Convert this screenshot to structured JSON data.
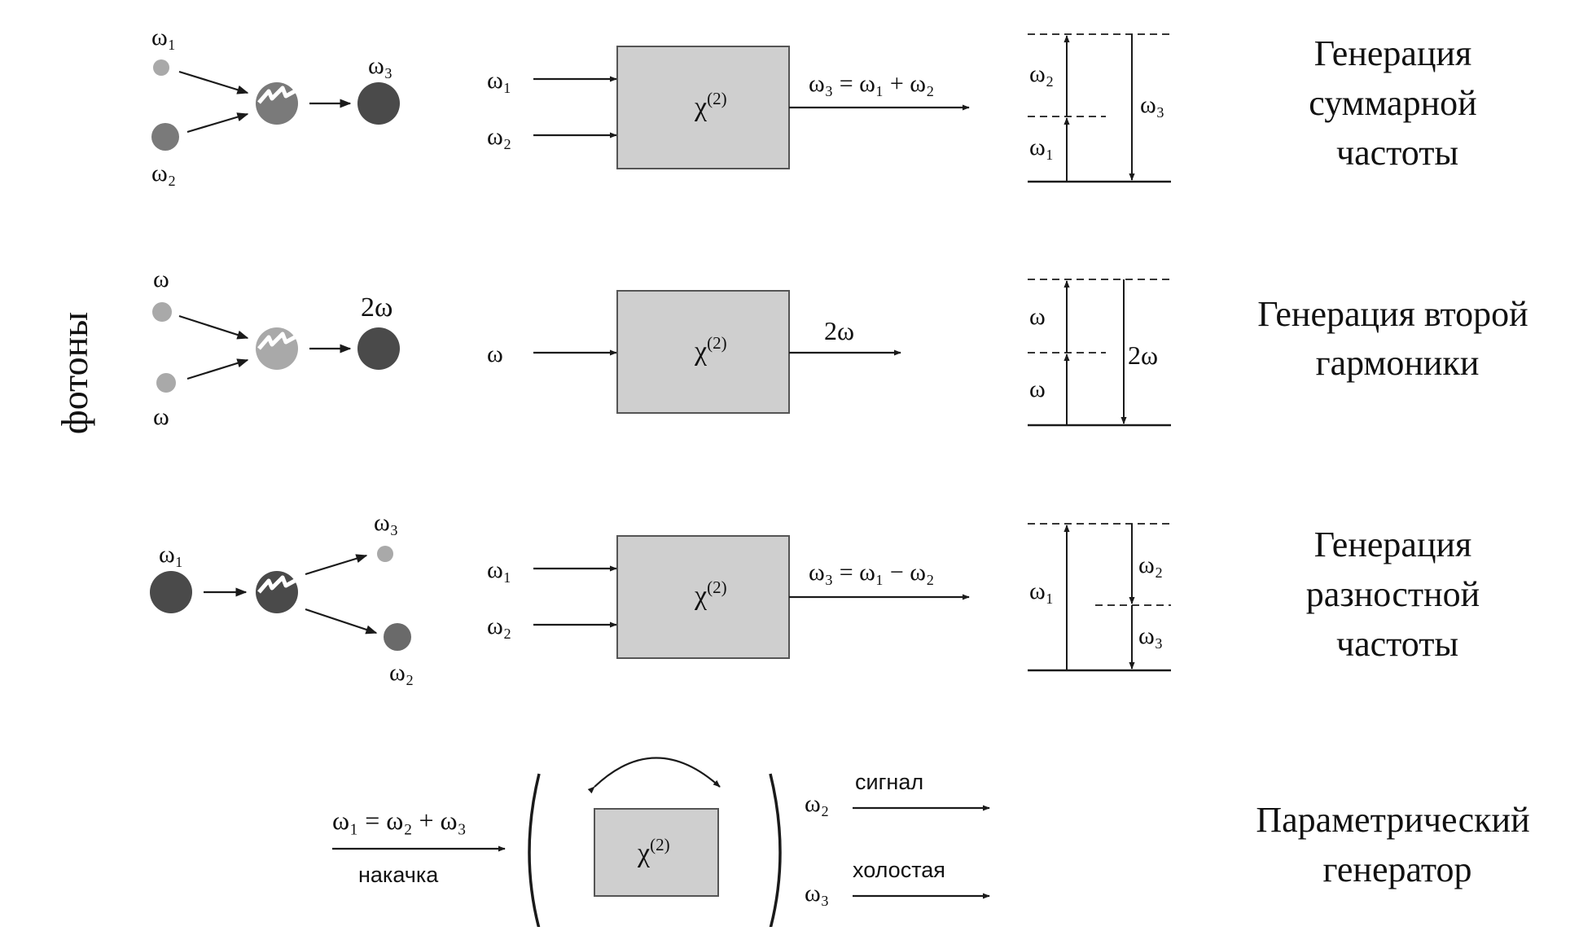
{
  "side_label": "фотоны",
  "colors": {
    "box_fill": "#cfcfcf",
    "box_stroke": "#555555",
    "photon_dark": "#4a4a4a",
    "photon_mid": "#7a7a7a",
    "photon_light": "#a9a9a9",
    "line": "#1a1a1a"
  },
  "chi": {
    "symbol": "χ",
    "sup": "(2)"
  },
  "rows": [
    {
      "id": "sum",
      "title_lines": [
        "Генерация",
        "суммарной",
        "частоты"
      ],
      "photon_in": [
        "ω₁",
        "ω₂"
      ],
      "photon_out": [
        "ω₃"
      ],
      "box_in": [
        "ω₁",
        "ω₂"
      ],
      "box_out": "ω₃ = ω₁ + ω₂",
      "level_labels": [
        "ω₂",
        "ω₁",
        "ω₃"
      ]
    },
    {
      "id": "shg",
      "title_lines": [
        "Генерация второй",
        "гармоники"
      ],
      "photon_in": [
        "ω",
        "ω"
      ],
      "photon_out": [
        "2ω"
      ],
      "box_in": [
        "ω"
      ],
      "box_out": "2ω",
      "level_labels": [
        "ω",
        "ω",
        "2ω"
      ]
    },
    {
      "id": "diff",
      "title_lines": [
        "Генерация",
        "разностной",
        "частоты"
      ],
      "photon_in": [
        "ω₁"
      ],
      "photon_out": [
        "ω₃",
        "ω₂"
      ],
      "box_in": [
        "ω₁",
        "ω₂"
      ],
      "box_out": "ω₃ = ω₁ − ω₂",
      "level_labels": [
        "ω₁",
        "ω₂",
        "ω₃"
      ]
    }
  ],
  "opo": {
    "title_lines": [
      "Параметрический",
      "генератор"
    ],
    "pump_eq": "ω₁ = ω₂ + ω₃",
    "pump_word": "накачка",
    "signal_label": "ω₂",
    "signal_word": "сигнал",
    "idler_label": "ω₃",
    "idler_word": "холостая"
  }
}
